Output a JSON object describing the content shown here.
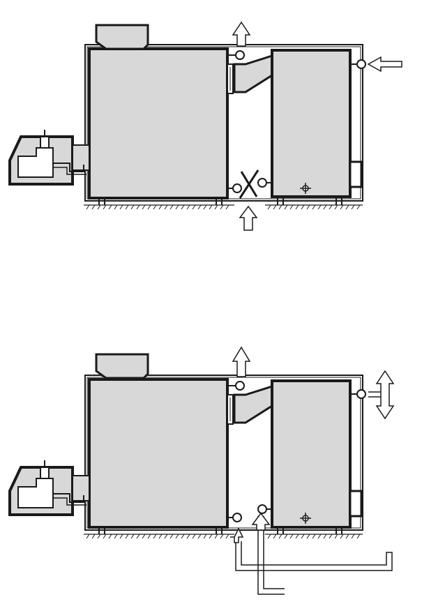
{
  "diagrams": [
    {
      "id": "top",
      "flue_arrow": "up",
      "return_arrow": "up",
      "valve_closed": true,
      "side_arrow": "in-left",
      "bottom_return_pipes": false
    },
    {
      "id": "bottom",
      "flue_arrow": "up",
      "return_arrow": "up",
      "valve_closed": false,
      "side_arrow": "up-down",
      "bottom_return_pipes": true
    }
  ],
  "colors": {
    "line": "#1a1a1a",
    "body_fill": "#d8d8d8",
    "background": "#ffffff"
  }
}
